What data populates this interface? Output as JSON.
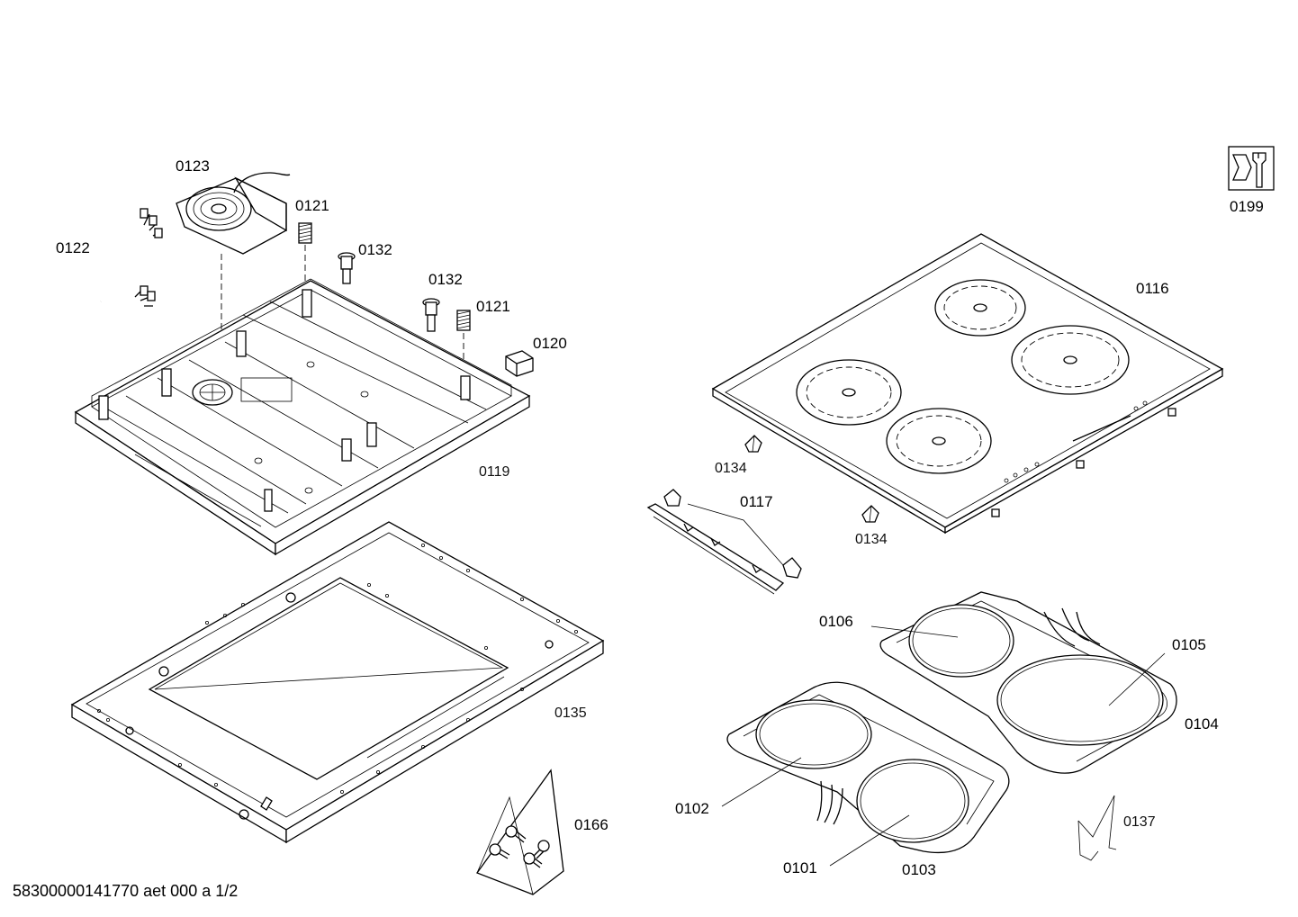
{
  "document_id": "58300000141770 aet 000 a 1/2",
  "labels": {
    "p0123": "0123",
    "p0122": "0122",
    "p0121a": "0121",
    "p0132a": "0132",
    "p0132b": "0132",
    "p0121b": "0121",
    "p0120": "0120",
    "p0119": "0119",
    "p0116": "0116",
    "p0199": "0199",
    "p0134a": "0134",
    "p0134b": "0134",
    "p0117": "0117",
    "p0135": "0135",
    "p0106": "0106",
    "p0105": "0105",
    "p0104": "0104",
    "p0102": "0102",
    "p0101": "0101",
    "p0103": "0103",
    "p0166": "0166",
    "p0137": "0137"
  },
  "icons": {
    "service": "wrench-nut-icon"
  },
  "colors": {
    "line": "#000000",
    "background": "#ffffff"
  }
}
